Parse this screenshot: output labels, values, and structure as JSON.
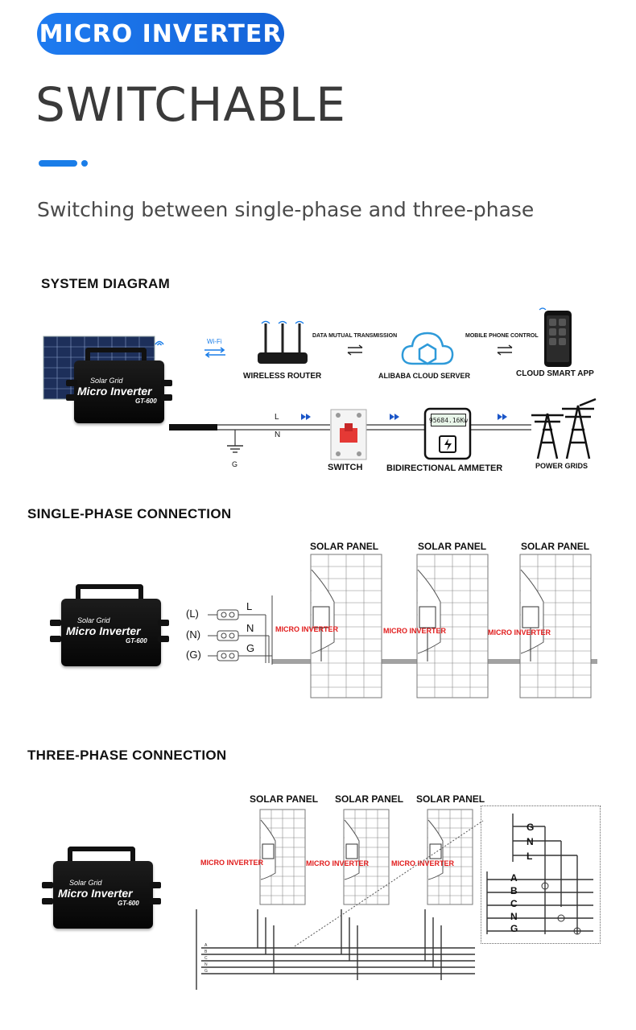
{
  "header": {
    "badge": "MICRO INVERTER",
    "title": "SWITCHABLE",
    "subtitle": "Switching between single-phase and three-phase"
  },
  "system_diagram": {
    "title": "SYSTEM DIAGRAM",
    "wifi": "Wi-Fi",
    "router": "WIRELESS ROUTER",
    "data_transmission": "DATA MUTUAL TRANSMISSION",
    "cloud": "ALIBABA CLOUD SERVER",
    "mobile_control": "MOBILE PHONE CONTROL",
    "app": "CLOUD SMART APP",
    "line_l": "L",
    "line_n": "N",
    "ground": "G",
    "switch": "SWITCH",
    "ammeter": "BIDIRECTIONAL AMMETER",
    "meter_reading": "95684.16Kw",
    "grid": "POWER GRIDS"
  },
  "device": {
    "brand": "Solar Grid",
    "name": "Micro Inverter",
    "model": "GT-600"
  },
  "single_phase": {
    "title": "SINGLE-PHASE CONNECTION",
    "terminal_l": "(L)",
    "terminal_n": "(N)",
    "terminal_g": "(G)",
    "bus_l": "L",
    "bus_n": "N",
    "bus_g": "G",
    "panels": [
      "SOLAR PANEL",
      "SOLAR PANEL",
      "SOLAR PANEL"
    ],
    "inverters": [
      "MICRO INVERTER",
      "MICRO INVERTER",
      "MICRO INVERTER"
    ]
  },
  "three_phase": {
    "title": "THREE-PHASE CONNECTION",
    "panels": [
      "SOLAR PANEL",
      "SOLAR PANEL",
      "SOLAR PANEL"
    ],
    "inverters": [
      "MICRO INVERTER",
      "MICRO INVERTER",
      "MICRO INVERTER"
    ],
    "detail_top": [
      "G",
      "N",
      "L"
    ],
    "detail_bus": [
      "A",
      "B",
      "C",
      "N",
      "G"
    ],
    "mini_bus": [
      "A",
      "B",
      "C",
      "N",
      "G"
    ],
    "panel_terms": [
      "G",
      "N",
      "L"
    ]
  }
}
